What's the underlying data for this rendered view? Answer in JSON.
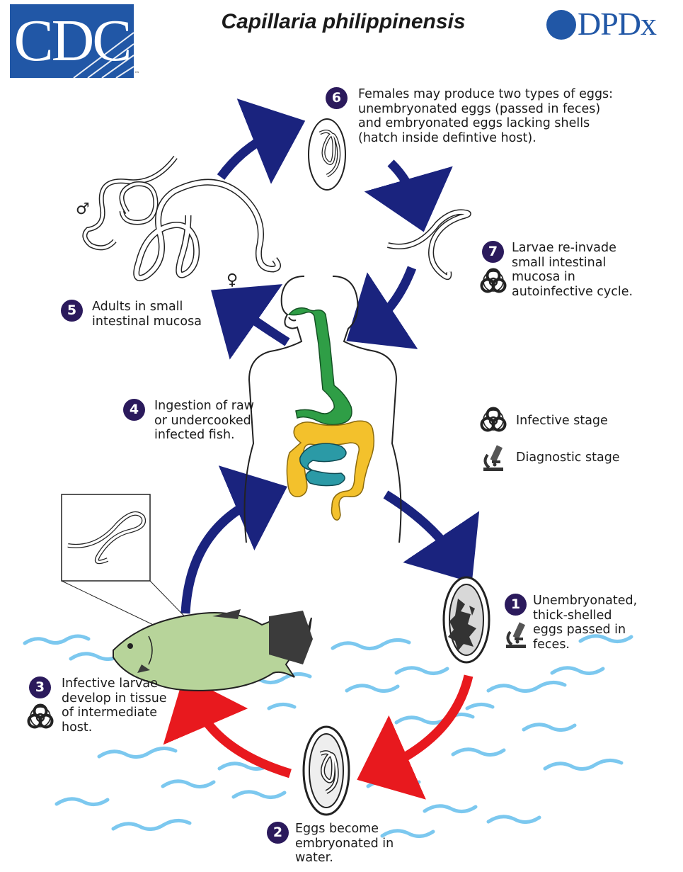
{
  "title": "Capillaria philippinensis",
  "logos": {
    "cdc": "CDC",
    "cdc_tm": "™",
    "dpdx": "DPDx"
  },
  "colors": {
    "cycle_arrow": "#1a237e",
    "water_arrow": "#e8191e",
    "step_circle": "#2b1a5c",
    "gut": "#2f9e46",
    "colon": "#f3c12c",
    "small_intestine": "#2b9aa6",
    "water": "#7cc8ef",
    "fish": "#b7d49a"
  },
  "steps": [
    {
      "num": "1",
      "lines": [
        "Unembryonated,",
        "thick-shelled",
        "eggs passed in",
        "feces."
      ],
      "icon": "microscope-icon"
    },
    {
      "num": "2",
      "lines": [
        "Eggs become",
        "embryonated in",
        "water."
      ]
    },
    {
      "num": "3",
      "lines": [
        "Infective larvae",
        "develop in tissue",
        "of intermediate",
        "host."
      ],
      "icon": "biohazard-icon"
    },
    {
      "num": "4",
      "lines": [
        "Ingestion of raw",
        "or undercooked",
        "infected fish."
      ]
    },
    {
      "num": "5",
      "lines": [
        "Adults in small",
        "intestinal mucosa"
      ]
    },
    {
      "num": "6",
      "lines": [
        "Females may produce two types of eggs:",
        "unembryonated eggs (passed in feces)",
        "and embryonated eggs lacking shells",
        "(hatch inside defintive host)."
      ]
    },
    {
      "num": "7",
      "lines": [
        "Larvae re-invade",
        "small intestinal",
        "mucosa in",
        "autoinfective cycle."
      ],
      "icon": "biohazard-icon"
    }
  ],
  "legend": [
    {
      "label": "Infective stage",
      "icon": "biohazard-icon"
    },
    {
      "label": "Diagnostic stage",
      "icon": "microscope-icon"
    }
  ],
  "symbols": {
    "male": "♂",
    "female": "♀"
  }
}
